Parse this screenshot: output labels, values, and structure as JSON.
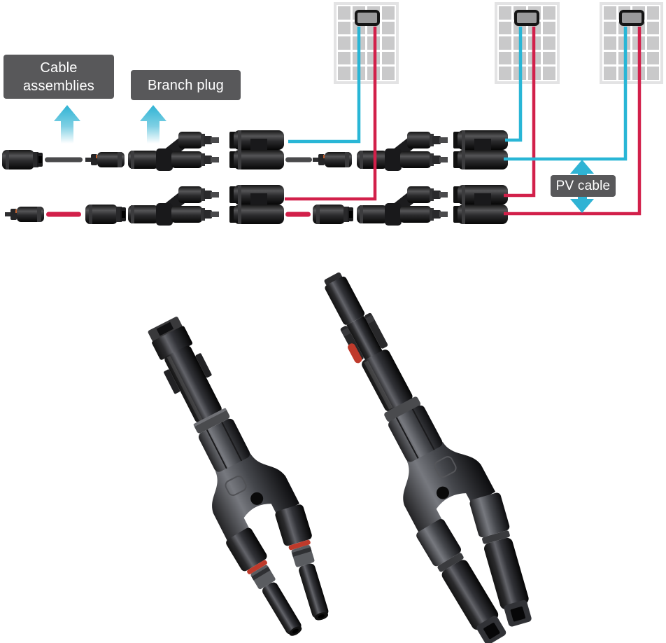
{
  "figure_type": "product-wiring-diagram-with-photos",
  "diagram": {
    "labels": {
      "cable_assemblies_line1": "Cable",
      "cable_assemblies_line2": "assemblies",
      "branch_plug": "Branch plug",
      "pv_cable": "PV cable"
    },
    "icons": {
      "cable_assemblies_arrow": "up-arrow",
      "branch_plug_arrow": "up-arrow",
      "pv_cable_arrow": "up-down-double-arrow"
    },
    "colors": {
      "cable_negative": "#29b6d6",
      "cable_positive": "#d2204a",
      "arrow": "#2fb3d4",
      "label_bg": "#58585a",
      "label_text": "#ffffff",
      "panel_cell": "#c9c9ca",
      "panel_frame": "#e3e3e4",
      "junction_box": "#9a9a9b",
      "oring_red": "#bf3a2b"
    },
    "solar_panel_count": 3,
    "rows": 2
  },
  "products": {
    "left": "y-branch-connector-one-female-to-two-male",
    "right": "y-branch-connector-one-male-to-two-female"
  }
}
